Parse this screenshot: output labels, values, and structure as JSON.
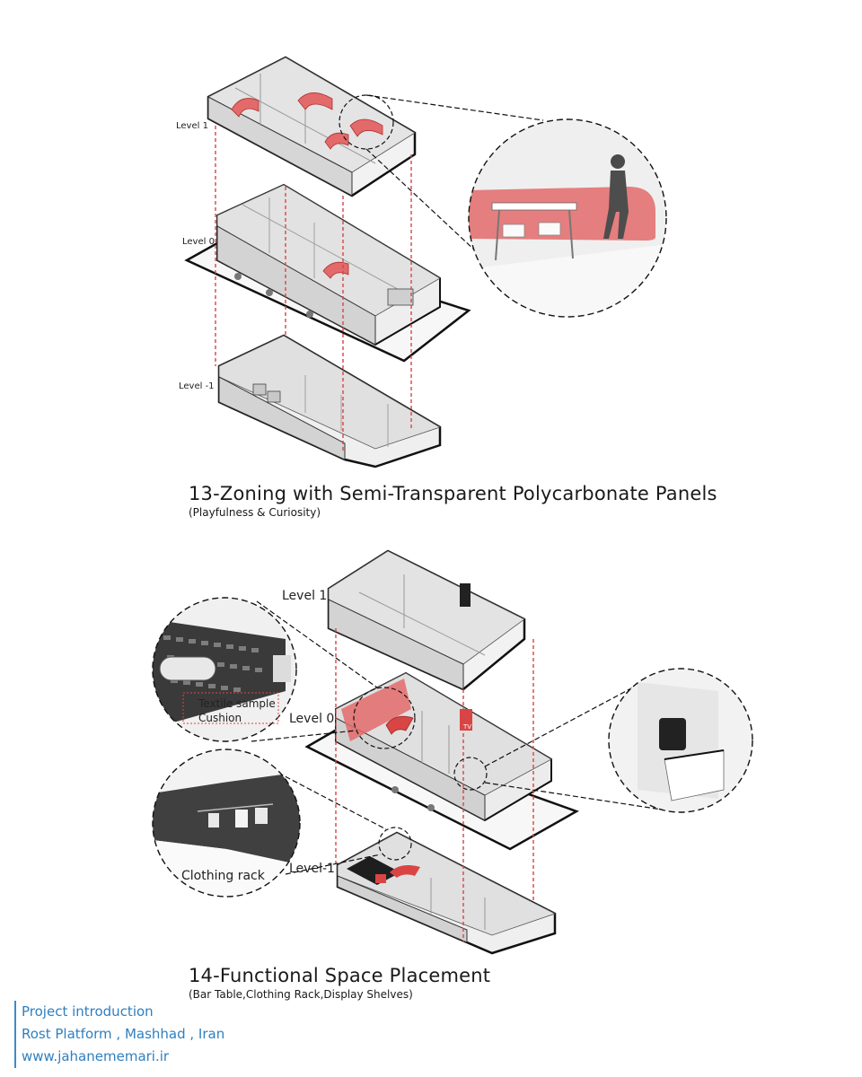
{
  "diagram13": {
    "levels": {
      "level1": "Level 1",
      "level0": "Level 0",
      "levelm1": "Level -1"
    },
    "title": "13-Zoning with Semi-Transparent Polycarbonate Panels",
    "subtitle": "(Playfulness & Curiosity)"
  },
  "diagram14": {
    "levels": {
      "level1": "Level 1",
      "level0": "Level 0",
      "levelm1": "Level-1"
    },
    "callouts": {
      "textile": "Textile sample",
      "cushion": "Cushion",
      "clothing": "Clothing rack",
      "tv": "TV"
    },
    "title": "14-Functional Space Placement",
    "subtitle": "(Bar Table,Clothing Rack,Display Shelves)"
  },
  "credits": {
    "line1": "Project introduction",
    "line2": "Rost Platform , Mashhad , Iran",
    "line3": "www.jahanememari.ir"
  },
  "colors": {
    "accent": "#d94545",
    "accent_fill": "#e36a6a",
    "link": "#2f7fbf"
  }
}
